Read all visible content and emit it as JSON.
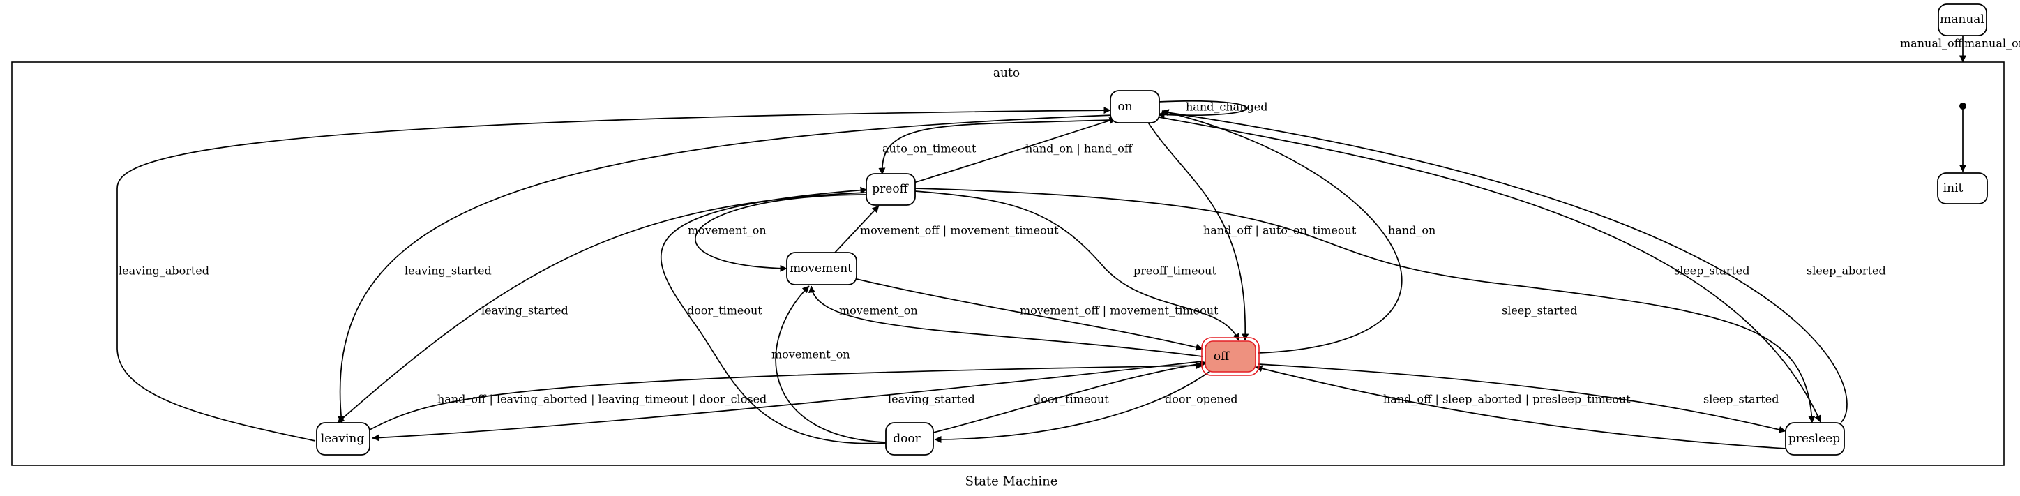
{
  "diagram": {
    "caption": "State Machine",
    "cluster_label": "auto",
    "colors": {
      "active_fill": "#ee917f",
      "active_stroke": "#e31f25",
      "line": "#000000",
      "background": "#ffffff"
    }
  },
  "states": {
    "manual": "manual",
    "on": "on",
    "init": "init",
    "preoff": "preoff",
    "movement": "movement",
    "off": "off",
    "leaving": "leaving",
    "door": "door",
    "presleep": "presleep"
  },
  "active_state": "off",
  "transitions": {
    "manual_off": "manual_off",
    "manual_on": "manual_on",
    "hand_changed": "hand_changed",
    "auto_on_timeout": "auto_on_timeout",
    "hand_on_or_hand_off": "hand_on | hand_off",
    "hand_off_or_auto_on_timeout": "hand_off | auto_on_timeout",
    "hand_on": "hand_on",
    "movement_on_preoff": "movement_on",
    "movement_off_or_timeout_to_preoff": "movement_off | movement_timeout",
    "preoff_timeout": "preoff_timeout",
    "movement_off_or_timeout_to_off": "movement_off | movement_timeout",
    "movement_on_off": "movement_on",
    "movement_on_door": "movement_on",
    "door_timeout_preoff": "door_timeout",
    "door_timeout_off": "door_timeout",
    "door_opened": "door_opened",
    "leaving_aborted": "leaving_aborted",
    "leaving_started_on": "leaving_started",
    "leaving_started_preoff": "leaving_started",
    "leaving_started_off": "leaving_started",
    "off_from_leaving": "hand_off | leaving_aborted | leaving_timeout | door_closed",
    "sleep_started_on": "sleep_started",
    "sleep_aborted": "sleep_aborted",
    "sleep_started_preoff": "sleep_started",
    "sleep_started_off": "sleep_started",
    "off_from_presleep": "hand_off | sleep_aborted | presleep_timeout"
  }
}
